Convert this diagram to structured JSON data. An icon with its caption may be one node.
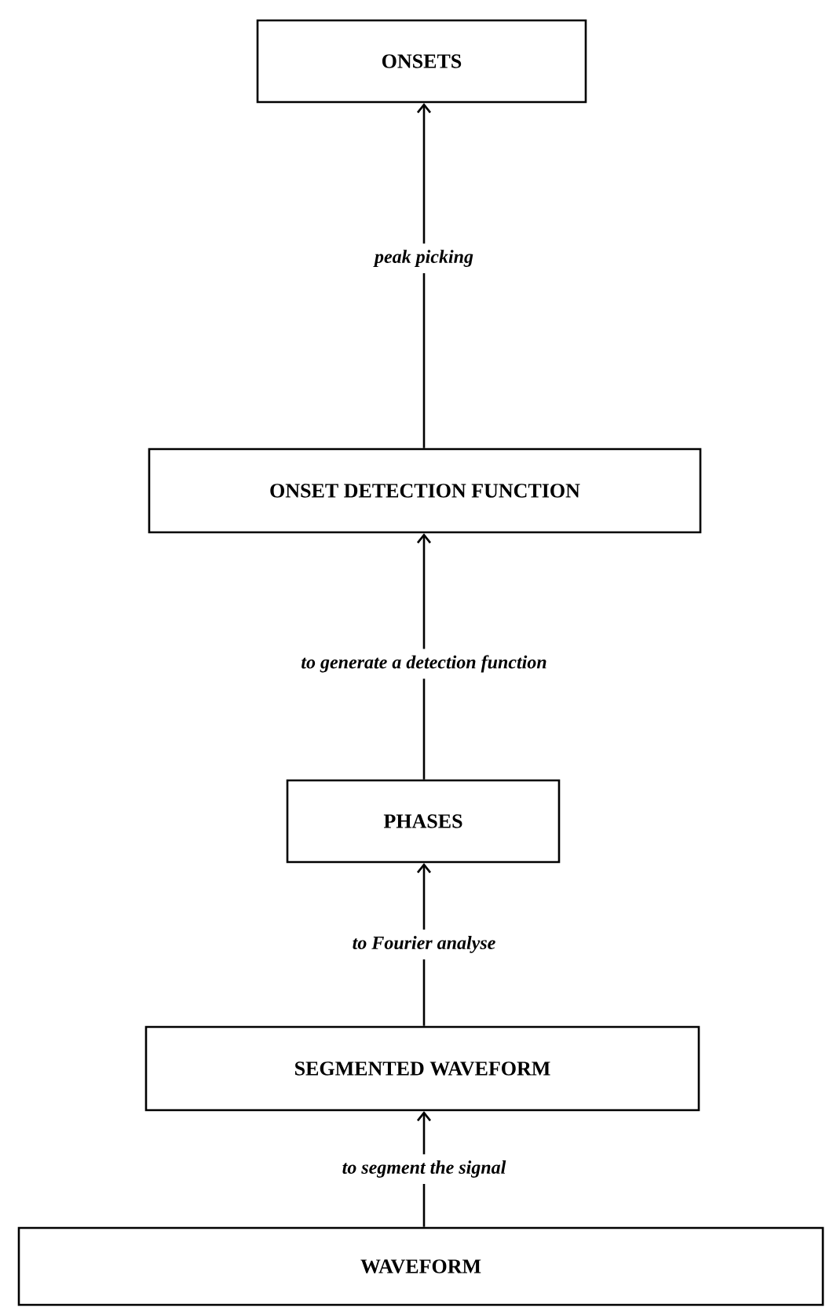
{
  "diagram": {
    "nodes": [
      {
        "text": [
          "ONSETS"
        ]
      },
      {
        "text": [
          "ONSET DETECTION FUNCTION"
        ]
      },
      {
        "text": [
          "PHASES"
        ]
      },
      {
        "text": [
          "SEGMENTED WAVEFORM"
        ]
      },
      {
        "text": [
          "WAVEFORM"
        ]
      }
    ],
    "edges": [
      {
        "from": 1,
        "to": 0,
        "arrow": "to",
        "label": "peak picking"
      },
      {
        "from": 2,
        "to": 1,
        "arrow": "to",
        "label": "to generate a detection function"
      },
      {
        "from": 3,
        "to": 2,
        "arrow": "to",
        "label": "to Fourier analyse"
      },
      {
        "from": 4,
        "to": 3,
        "arrow": "to",
        "label": "to segment the signal"
      }
    ]
  }
}
